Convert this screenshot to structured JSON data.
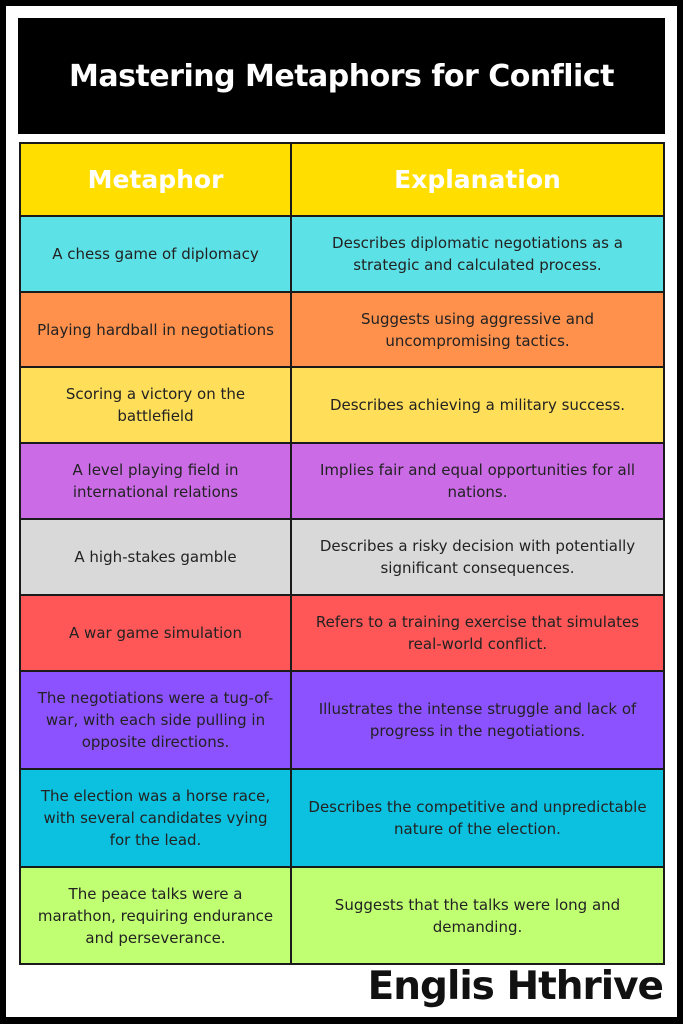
{
  "title": "Mastering Metaphors for Conflict",
  "table": {
    "header_color": "#FFDE00",
    "headers": {
      "metaphor": "Metaphor",
      "explanation": "Explanation"
    },
    "rows": [
      {
        "metaphor": "A chess game of diplomacy",
        "explanation": "Describes diplomatic negotiations as a strategic and calculated process.",
        "color": "#5CE1E6"
      },
      {
        "metaphor": "Playing hardball in negotiations",
        "explanation": "Suggests using aggressive and uncompromising tactics.",
        "color": "#FF914D"
      },
      {
        "metaphor": "Scoring a victory on the battlefield",
        "explanation": "Describes achieving a military success.",
        "color": "#FFDE59"
      },
      {
        "metaphor": "A level playing field in international relations",
        "explanation": "Implies fair and equal opportunities for all nations.",
        "color": "#CB6CE6"
      },
      {
        "metaphor": "A high-stakes gamble",
        "explanation": "Describes a risky decision with potentially significant consequences.",
        "color": "#D9D9D9"
      },
      {
        "metaphor": "A war game simulation",
        "explanation": "Refers to a training exercise that simulates real-world conflict.",
        "color": "#FF5757"
      },
      {
        "metaphor": "The negotiations were a tug-of-war, with each side pulling in opposite directions.",
        "explanation": "Illustrates the intense struggle and lack of progress in the negotiations.",
        "color": "#8C52FF"
      },
      {
        "metaphor": "The election was a horse race, with several candidates vying for the lead.",
        "explanation": "Describes the competitive and unpredictable nature of the election.",
        "color": "#0CC0DF"
      },
      {
        "metaphor": "The peace talks were a marathon, requiring endurance and perseverance.",
        "explanation": "Suggests that the talks were long and demanding.",
        "color": "#C1FF72"
      }
    ]
  },
  "watermark": "Englis Hthrive"
}
